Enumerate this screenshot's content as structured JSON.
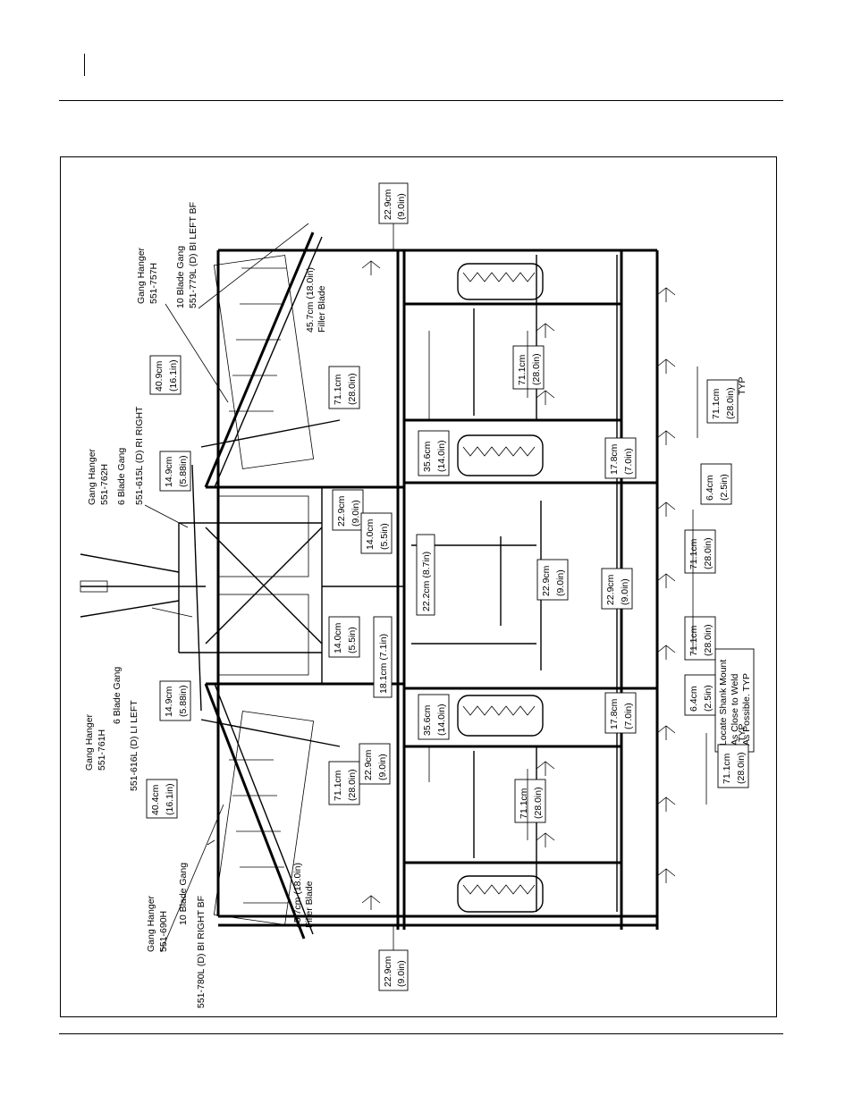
{
  "labels": {
    "gang_hanger_757": "Gang Hanger",
    "gang_hanger_757_num": "551-757H",
    "ten_blade_left": "10 Blade Gang",
    "ten_blade_left_num": "551-779L (D) BI LEFT BF",
    "gang_hanger_762": "Gang Hanger",
    "gang_hanger_762_num": "551-762H",
    "six_blade_right": "6 Blade Gang",
    "six_blade_right_num": "551-615L (D) RI RIGHT",
    "gang_hanger_761": "Gang Hanger",
    "gang_hanger_761_num": "551-761H",
    "six_blade_left": "6 Blade Gang",
    "six_blade_left_num": "551-616L (D) LI LEFT",
    "gang_hanger_690": "Gang Hanger",
    "gang_hanger_690_num": "551-690H",
    "ten_blade_right": "10 Blade Gang",
    "ten_blade_right_num": "551-780L (D) BI RIGHT BF",
    "filler_top_a": "45.7cm (18.0in)",
    "filler_top_b": "Filler Blade",
    "filler_bot_a": "45.7cm (18.0in)",
    "filler_bot_b": "Filler Blade",
    "locate_a": "Locate Shank Mount",
    "locate_b": "As Close to Weld",
    "locate_c": "As Possible.  TYP",
    "typ_top": "TYP",
    "typ_bot": "TYP"
  },
  "dims": {
    "d_229_top": [
      "22.9cm",
      "(9.0in)"
    ],
    "d_229_bot": [
      "22.9cm",
      "(9.0in)"
    ],
    "d_409": [
      "40.9cm",
      "(16.1in)"
    ],
    "d_404": [
      "40.4cm",
      "(16.1in)"
    ],
    "d_149_top": [
      "14.9cm",
      "(5.88in)"
    ],
    "d_149_bot": [
      "14.9cm",
      "(5.88in)"
    ],
    "d_711_a": [
      "71.1cm",
      "(28.0in)"
    ],
    "d_711_b": [
      "71.1cm",
      "(28.0in)"
    ],
    "d_711_c": [
      "71.1cm",
      "(28.0in)"
    ],
    "d_711_d": [
      "71.1cm",
      "(28.0in)"
    ],
    "d_711_e": [
      "71.1cm",
      "(28.0in)"
    ],
    "d_711_f": [
      "71.1cm",
      "(28.0in)"
    ],
    "d_711_g": [
      "71.1cm",
      "(28.0in)"
    ],
    "d_711_h": [
      "71.1cm",
      "(28.0in)"
    ],
    "d_229_c": [
      "22.9cm",
      "(9.0in)"
    ],
    "d_229_d": [
      "22.9cm",
      "(9.0in)"
    ],
    "d_229_e": [
      "22.9cm",
      "(9.0in)"
    ],
    "d_229_f": [
      "22.9cm",
      "(9.0in)"
    ],
    "d_140_a": [
      "14.0cm",
      "(5.5in)"
    ],
    "d_140_b": [
      "14.0cm",
      "(5.5in)"
    ],
    "d_356_a": [
      "35.6cm",
      "(14.0in)"
    ],
    "d_356_b": [
      "35.6cm",
      "(14.0in)"
    ],
    "d_222": [
      "22.2cm (8.7in)"
    ],
    "d_181": [
      "18.1cm  (7.1in)"
    ],
    "d_178_a": [
      "17.8cm",
      "(7.0in)"
    ],
    "d_178_b": [
      "17.8cm",
      "(7.0in)"
    ],
    "d_64_a": [
      "6.4cm",
      "(2.5in)"
    ],
    "d_64_b": [
      "6.4cm",
      "(2.5in)"
    ]
  }
}
